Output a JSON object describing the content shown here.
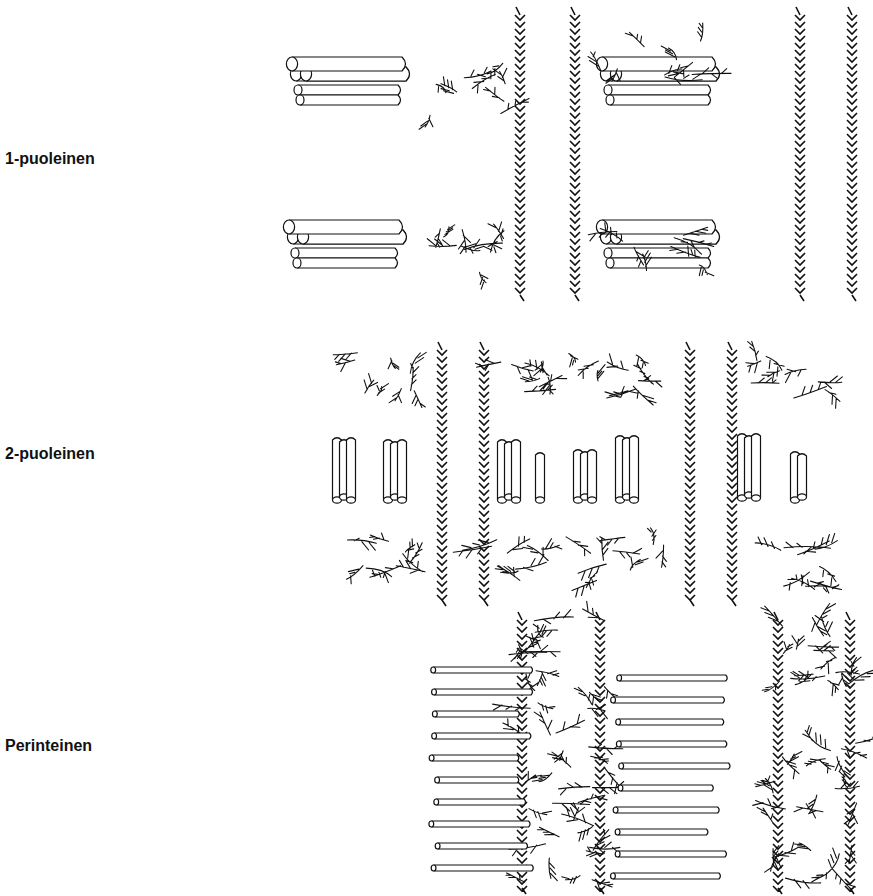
{
  "diagram": {
    "labels": [
      "1-puoleinen",
      "2-puoleinen",
      "Perinteinen"
    ]
  }
}
